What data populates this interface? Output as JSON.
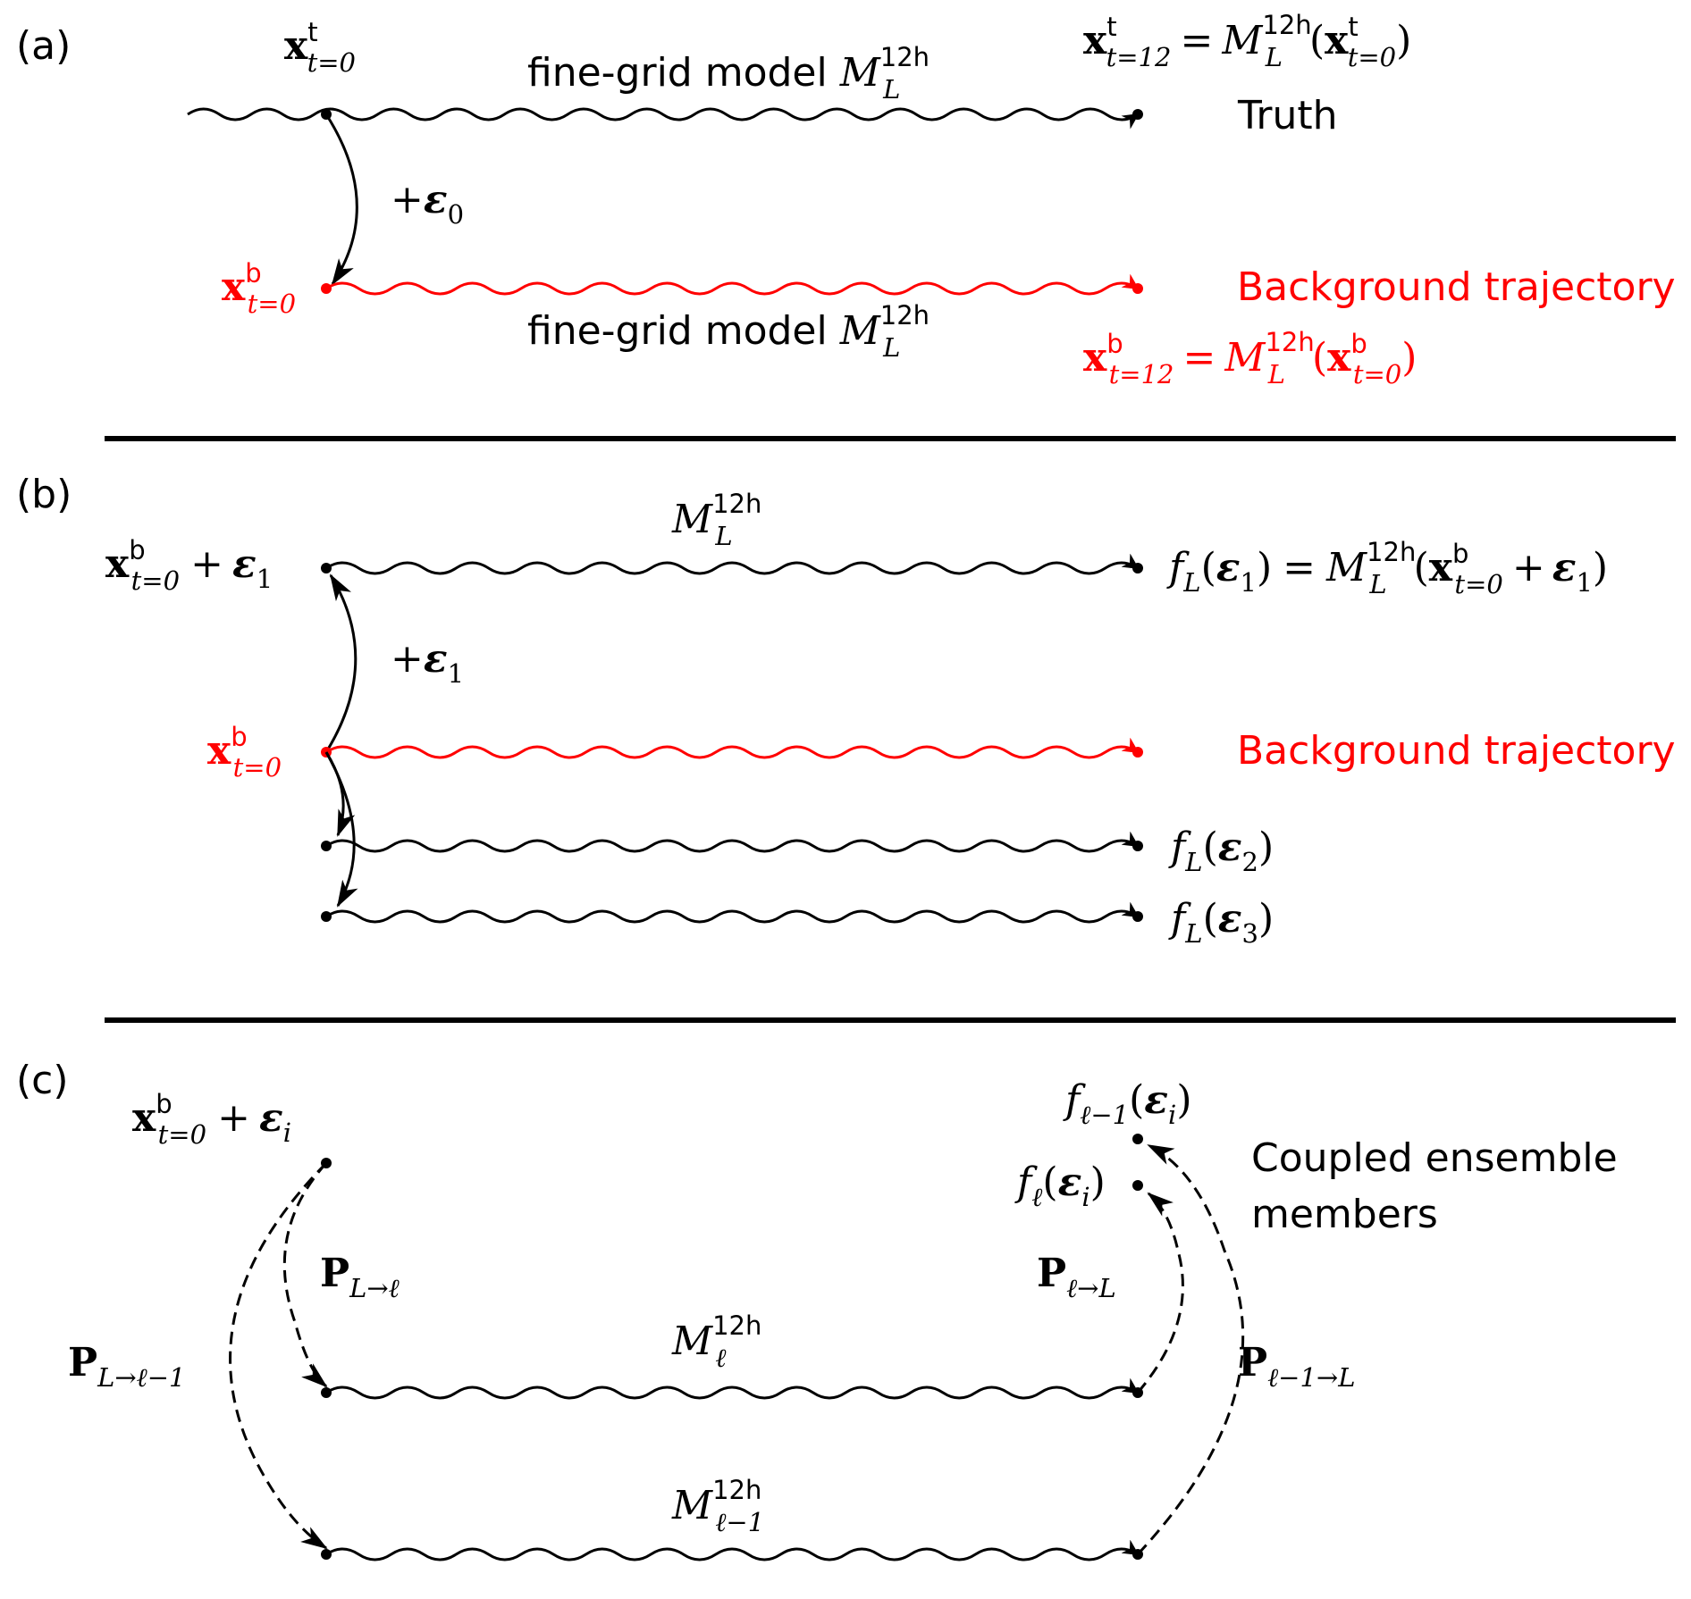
{
  "panels": {
    "a": {
      "label": "(a)",
      "truth_start": {
        "base": "x",
        "sup": "t",
        "sub": "t=0"
      },
      "model_top": {
        "text": "fine-grid model",
        "op": "M",
        "sup": "12h",
        "sub": "L"
      },
      "truth_end": {
        "lhs_base": "x",
        "lhs_sup": "t",
        "lhs_sub": "t=12",
        "eq": "=",
        "op": "M",
        "op_sup": "12h",
        "op_sub": "L",
        "arg_base": "x",
        "arg_sup": "t",
        "arg_sub": "t=0"
      },
      "truth_label": "Truth",
      "perturb": {
        "plus": "+",
        "eps": "ε",
        "sub": "0"
      },
      "bg_start": {
        "base": "x",
        "sup": "b",
        "sub": "t=0"
      },
      "bg_label": "Background trajectory",
      "model_bottom": {
        "text": "fine-grid model",
        "op": "M",
        "sup": "12h",
        "sub": "L"
      },
      "bg_end": {
        "lhs_base": "x",
        "lhs_sup": "b",
        "lhs_sub": "t=12",
        "eq": "=",
        "op": "M",
        "op_sup": "12h",
        "op_sub": "L",
        "arg_base": "x",
        "arg_sup": "b",
        "arg_sub": "t=0"
      }
    },
    "b": {
      "label": "(b)",
      "start_1": {
        "base": "x",
        "sup": "b",
        "sub": "t=0",
        "plus": "+",
        "eps": "ε",
        "eps_sub": "1"
      },
      "model": {
        "op": "M",
        "sup": "12h",
        "sub": "L"
      },
      "end_1": {
        "f": "f",
        "f_sub": "L",
        "eps": "ε",
        "eps_sub": "1",
        "eq": "=",
        "op": "M",
        "op_sup": "12h",
        "op_sub": "L",
        "base": "x",
        "sup": "b",
        "sub": "t=0",
        "plus": "+"
      },
      "perturb": {
        "plus": "+",
        "eps": "ε",
        "sub": "1"
      },
      "bg_start": {
        "base": "x",
        "sup": "b",
        "sub": "t=0"
      },
      "bg_label": "Background trajectory",
      "end_2": {
        "f": "f",
        "f_sub": "L",
        "eps": "ε",
        "eps_sub": "2"
      },
      "end_3": {
        "f": "f",
        "f_sub": "L",
        "eps": "ε",
        "eps_sub": "3"
      }
    },
    "c": {
      "label": "(c)",
      "start": {
        "base": "x",
        "sup": "b",
        "sub": "t=0",
        "plus": "+",
        "eps": "ε",
        "eps_sub": "i"
      },
      "end_lm1": {
        "f": "f",
        "f_sub": "ℓ−1",
        "eps": "ε",
        "eps_sub": "i"
      },
      "end_l": {
        "f": "f",
        "f_sub": "ℓ",
        "eps": "ε",
        "eps_sub": "i"
      },
      "coupled_line1": "Coupled ensemble",
      "coupled_line2": "members",
      "proj_down_l": {
        "base": "P",
        "sub": "L→ℓ"
      },
      "proj_down_lm1": {
        "base": "P",
        "sub": "L→ℓ−1"
      },
      "proj_up_l": {
        "base": "P",
        "sub": "ℓ→L"
      },
      "proj_up_lm1": {
        "base": "P",
        "sub": "ℓ−1→L"
      },
      "model_l": {
        "op": "M",
        "sup": "12h",
        "sub": "ℓ"
      },
      "model_lm1": {
        "op": "M",
        "sup": "12h",
        "sub": "ℓ−1"
      }
    }
  },
  "colors": {
    "black": "#000000",
    "red": "#ff0000"
  }
}
